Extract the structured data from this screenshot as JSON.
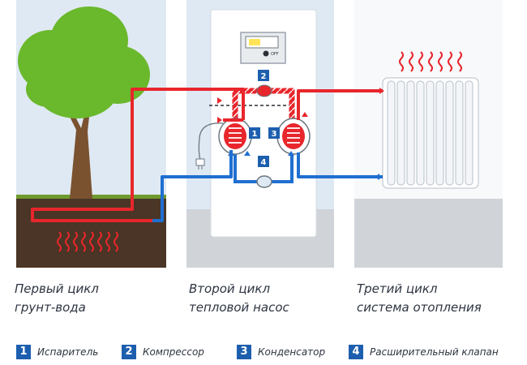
{
  "captions": [
    {
      "line1": "Первый цикл",
      "line2": "грунт-вода"
    },
    {
      "line1": "Второй цикл",
      "line2": "тепловой насос"
    },
    {
      "line1": "Третий цикл",
      "line2": "система отопления"
    }
  ],
  "legend": [
    {
      "num": "1",
      "label": "Испаритель"
    },
    {
      "num": "2",
      "label": "Компрессор"
    },
    {
      "num": "3",
      "label": "Конденсатор"
    },
    {
      "num": "4",
      "label": "Расширительный клапан"
    }
  ],
  "device": {
    "display_text": "OFF"
  },
  "markers": {
    "evaporator": "1",
    "compressor": "2",
    "condenser": "3",
    "expansion_valve": "4"
  },
  "colors": {
    "hot_pipe": "#e8262c",
    "cold_pipe": "#1f6fd0",
    "panel_background": "#dfe9f3",
    "marker_blue": "#1d5fae",
    "soil": "#4a3526",
    "grass": "#6f9a2d",
    "tree_foliage": "#6ab82c",
    "tree_trunk": "#7a5230"
  },
  "icons": [
    "tree-icon",
    "heat-wave-icon",
    "radiator-icon",
    "heat-pump-unit-icon",
    "control-panel-icon",
    "power-plug-icon"
  ]
}
